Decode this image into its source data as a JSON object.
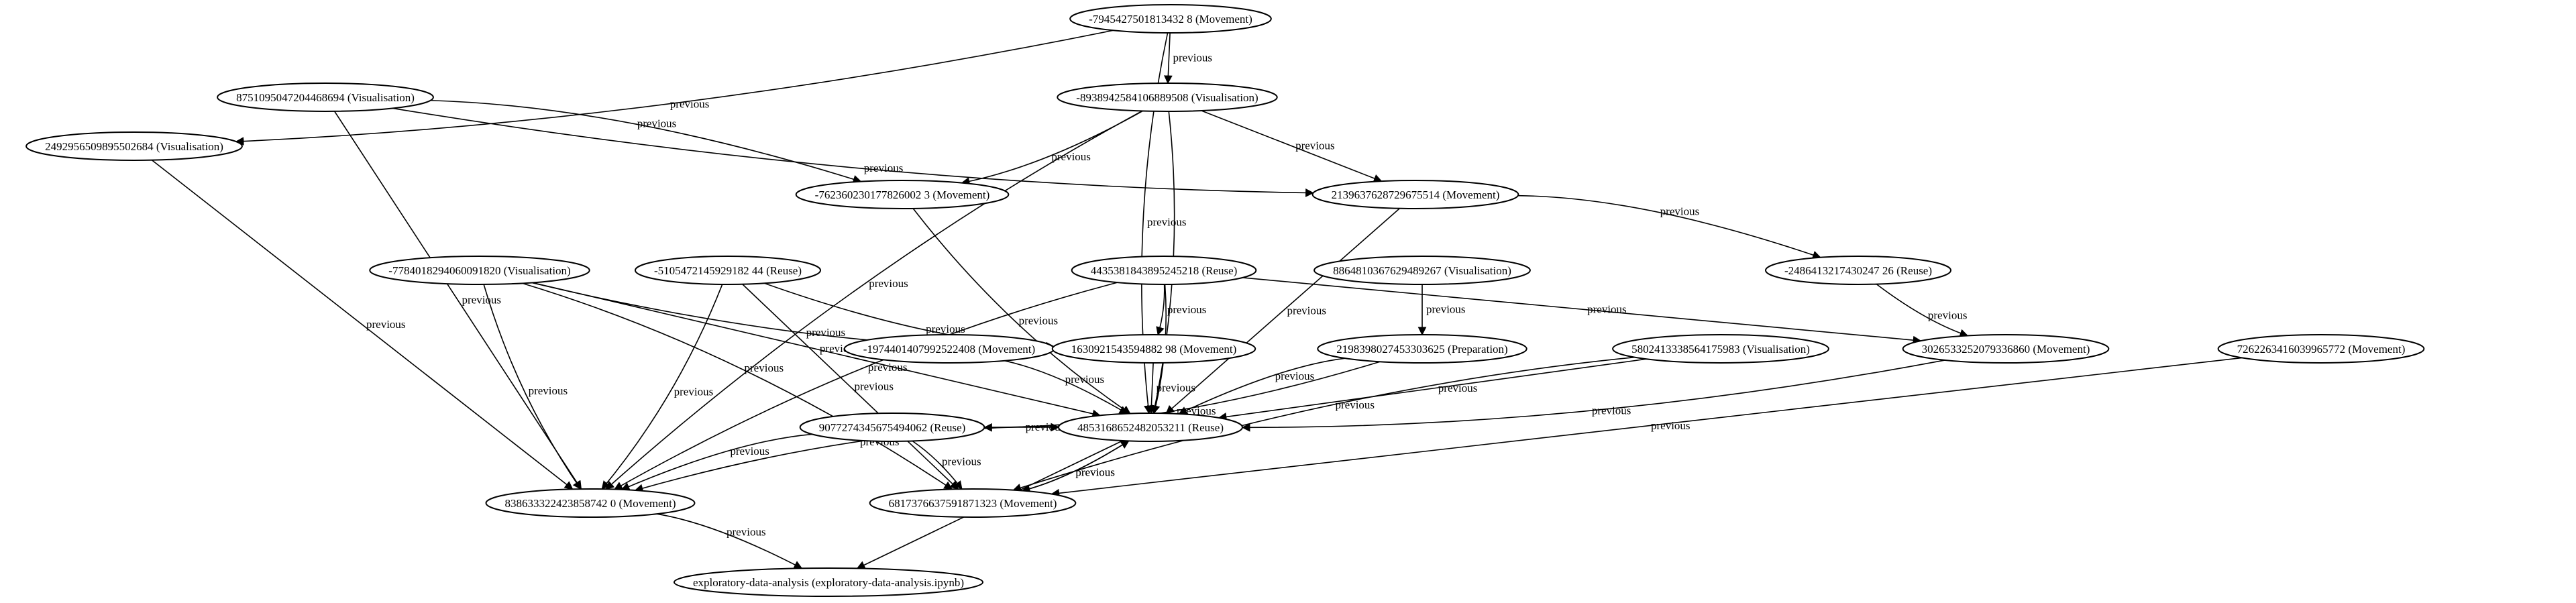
{
  "graph": {
    "nodes": [
      {
        "id": "n_7945",
        "label": "-7945427501813432 8 (Movement)"
      },
      {
        "id": "n_8751",
        "label": "8751095047204468694 (Visualisation)"
      },
      {
        "id": "n_8938",
        "label": "-8938942584106889508 (Visualisation)"
      },
      {
        "id": "n_2492",
        "label": "2492956509895502684 (Visualisation)"
      },
      {
        "id": "n_7623",
        "label": "-762360230177826002 3 (Movement)"
      },
      {
        "id": "n_2139",
        "label": "2139637628729675514 (Movement)"
      },
      {
        "id": "n_7784",
        "label": "-7784018294060091820 (Visualisation)"
      },
      {
        "id": "n_5105",
        "label": "-5105472145929182 44 (Reuse)"
      },
      {
        "id": "n_4435",
        "label": "4435381843895245218 (Reuse)"
      },
      {
        "id": "n_8864",
        "label": "8864810367629489267 (Visualisation)"
      },
      {
        "id": "n_2486",
        "label": "-2486413217430247 26 (Reuse)"
      },
      {
        "id": "n_1974",
        "label": "-1974401407992522408 (Movement)"
      },
      {
        "id": "n_1630",
        "label": "1630921543594882 98 (Movement)"
      },
      {
        "id": "n_2198",
        "label": "2198398027453303625 (Preparation)"
      },
      {
        "id": "n_5802",
        "label": "5802413338564175983 (Visualisation)"
      },
      {
        "id": "n_3026",
        "label": "3026533252079336860 (Movement)"
      },
      {
        "id": "n_7262",
        "label": "7262263416039965772 (Movement)"
      },
      {
        "id": "n_9077",
        "label": "9077274345675494062 (Reuse)"
      },
      {
        "id": "n_4853",
        "label": "4853168652482053211 (Reuse)"
      },
      {
        "id": "n_8386",
        "label": "838633322423858742 0 (Movement)"
      },
      {
        "id": "n_6817",
        "label": "6817376637591871323 (Movement)"
      },
      {
        "id": "n_eda",
        "label": "exploratory-data-analysis (exploratory-data-analysis.ipynb)"
      }
    ],
    "edge_label": "previous",
    "edges": [
      {
        "from": "n_7945",
        "to": "n_2492"
      },
      {
        "from": "n_7945",
        "to": "n_8938"
      },
      {
        "from": "n_7945",
        "to": "n_4853"
      },
      {
        "from": "n_8751",
        "to": "n_7623"
      },
      {
        "from": "n_8751",
        "to": "n_8386"
      },
      {
        "from": "n_8751",
        "to": "n_2139"
      },
      {
        "from": "n_8938",
        "to": "n_7623"
      },
      {
        "from": "n_8938",
        "to": "n_2139"
      },
      {
        "from": "n_8938",
        "to": "n_8386"
      },
      {
        "from": "n_8938",
        "to": "n_4853"
      },
      {
        "from": "n_2492",
        "to": "n_8386"
      },
      {
        "from": "n_7623",
        "to": "n_4853"
      },
      {
        "from": "n_2139",
        "to": "n_2486"
      },
      {
        "from": "n_2139",
        "to": "n_4853"
      },
      {
        "from": "n_7784",
        "to": "n_8386"
      },
      {
        "from": "n_7784",
        "to": "n_6817"
      },
      {
        "from": "n_7784",
        "to": "n_4853"
      },
      {
        "from": "n_7784",
        "to": "n_1630"
      },
      {
        "from": "n_5105",
        "to": "n_8386"
      },
      {
        "from": "n_5105",
        "to": "n_6817"
      },
      {
        "from": "n_5105",
        "to": "n_1630"
      },
      {
        "from": "n_4435",
        "to": "n_1630"
      },
      {
        "from": "n_4435",
        "to": "n_3026"
      },
      {
        "from": "n_4435",
        "to": "n_8386"
      },
      {
        "from": "n_4435",
        "to": "n_4853"
      },
      {
        "from": "n_8864",
        "to": "n_2198"
      },
      {
        "from": "n_2486",
        "to": "n_3026"
      },
      {
        "from": "n_1974",
        "to": "n_4853"
      },
      {
        "from": "n_1630",
        "to": "n_4853"
      },
      {
        "from": "n_2198",
        "to": "n_4853"
      },
      {
        "from": "n_2198",
        "to": "n_9077"
      },
      {
        "from": "n_5802",
        "to": "n_4853"
      },
      {
        "from": "n_5802",
        "to": "n_6817"
      },
      {
        "from": "n_3026",
        "to": "n_4853"
      },
      {
        "from": "n_7262",
        "to": "n_6817"
      },
      {
        "from": "n_9077",
        "to": "n_8386"
      },
      {
        "from": "n_9077",
        "to": "n_6817"
      },
      {
        "from": "n_9077",
        "to": "n_4853"
      },
      {
        "from": "n_4853",
        "to": "n_8386"
      },
      {
        "from": "n_4853",
        "to": "n_6817"
      },
      {
        "from": "n_4853",
        "to": "n_eda"
      },
      {
        "from": "n_6817",
        "to": "n_4853"
      },
      {
        "from": "n_8386",
        "to": "n_eda"
      }
    ]
  }
}
